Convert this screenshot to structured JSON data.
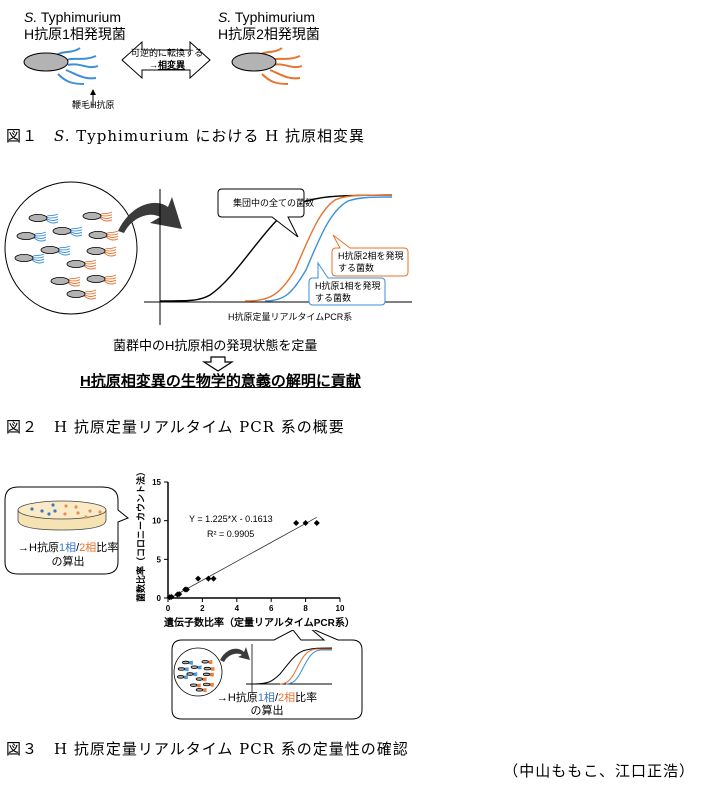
{
  "figure1": {
    "left_species": "S.",
    "left_species_rest": " Typhimurium",
    "left_phase": "H抗原1相発現菌",
    "right_species": "S.",
    "right_species_rest": " Typhimurium",
    "right_phase": "H抗原2相発現菌",
    "arrow_text_1": "可逆的に転換する",
    "arrow_text_2_prefix": "→",
    "arrow_text_2_bold": "相変異",
    "flagella_label": "鞭毛H抗原",
    "caption_prefix": "図１　",
    "caption_italic": "S.",
    "caption_rest": " Typhimurium における H 抗原相変異"
  },
  "figure2": {
    "callout_total": "集団中の全ての菌数",
    "callout_phase2_line1": "H抗原2相を発現",
    "callout_phase2_line2": "する菌数",
    "callout_phase1_line1": "H抗原1相を発現",
    "callout_phase1_line2": "する菌数",
    "xaxis_label": "H抗原定量リアルタイムPCR系",
    "statement": "菌群中のH抗原相の発現状態を定量",
    "conclusion": "H抗原相変異の生物学的意義の解明に貢献",
    "caption": "図２　H 抗原定量リアルタイム PCR 系の概要"
  },
  "figure3": {
    "dish_label_prefix": "→H抗原",
    "dish_label_p1": "1相",
    "dish_label_sep": "/",
    "dish_label_p2": "2相",
    "dish_label_suffix": "比率",
    "dish_label_line2": "の算出",
    "pcr_label_prefix": "→H抗原",
    "pcr_label_p1": "1相",
    "pcr_label_sep": "/",
    "pcr_label_p2": "2相",
    "pcr_label_suffix": "比率",
    "pcr_label_line2": "の算出",
    "caption": "図３　H 抗原定量リアルタイム PCR 系の定量性の確認"
  },
  "author": "（中山ももこ、江口正浩）",
  "colors": {
    "phase1_blue": "#3b8fd9",
    "phase2_orange": "#e8722e",
    "total_black": "#000000",
    "cell_gray": "#b3b3b3",
    "dish_yellow": "#f6e3b4"
  },
  "chart_data": {
    "type": "scatter",
    "title": "",
    "xlabel": "遺伝子数比率（定量リアルタイムPCR系）",
    "ylabel": "菌数比率（コロニーカウント法）",
    "xlim": [
      0,
      10
    ],
    "ylim": [
      0,
      15
    ],
    "xticks": [
      0,
      2,
      4,
      6,
      8,
      10
    ],
    "yticks": [
      0,
      5,
      10,
      15
    ],
    "grid": false,
    "points": [
      {
        "x": 0.1,
        "y": 0.1
      },
      {
        "x": 0.2,
        "y": 0.15
      },
      {
        "x": 0.55,
        "y": 0.45
      },
      {
        "x": 0.65,
        "y": 0.5
      },
      {
        "x": 1.0,
        "y": 1.1
      },
      {
        "x": 1.1,
        "y": 1.1
      },
      {
        "x": 1.75,
        "y": 2.5
      },
      {
        "x": 2.35,
        "y": 2.5
      },
      {
        "x": 2.65,
        "y": 2.5
      },
      {
        "x": 7.45,
        "y": 9.7
      },
      {
        "x": 8.0,
        "y": 9.7
      },
      {
        "x": 8.65,
        "y": 9.7
      }
    ],
    "regression": {
      "slope": 1.225,
      "intercept": -0.1613,
      "x_range": [
        0,
        8.65
      ]
    },
    "annotations": [
      "Y = 1.225*X - 0.1613",
      "R² = 0.9905"
    ]
  }
}
